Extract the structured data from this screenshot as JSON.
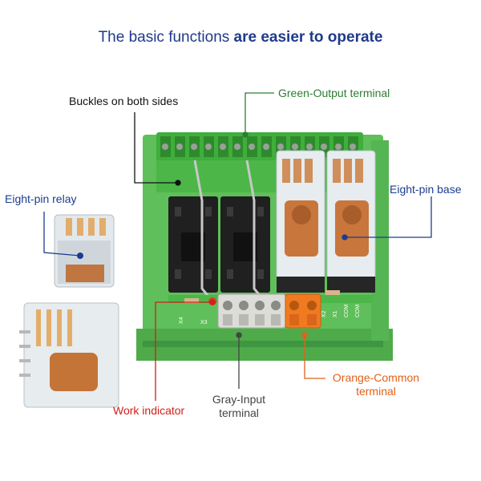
{
  "headline": {
    "regular": "The basic functions ",
    "bold": "are easier to operate"
  },
  "labels": {
    "green_output": "Green-Output terminal",
    "buckles": "Buckles on both sides",
    "eight_pin_relay": "Eight-pin relay",
    "eight_pin_base": "Eight-pin base",
    "work_indicator": "Work indicator",
    "gray_input_line1": "Gray-Input",
    "gray_input_line2": "terminal",
    "orange_common_line1": "Orange-Common",
    "orange_common_line2": "terminal"
  },
  "board_marks": {
    "x4": "X4",
    "x3": "X3",
    "x2": "X2",
    "x1": "X1",
    "com1": "COM",
    "com2": "COM"
  },
  "colors": {
    "headline": "#1f3a8a",
    "green_label": "#2e7d32",
    "black_label": "#111111",
    "blue_label": "#1a3d8f",
    "red_label": "#d0201a",
    "gray_label": "#444444",
    "orange_label": "#e0621b",
    "board_green": "#5fbf5a"
  }
}
